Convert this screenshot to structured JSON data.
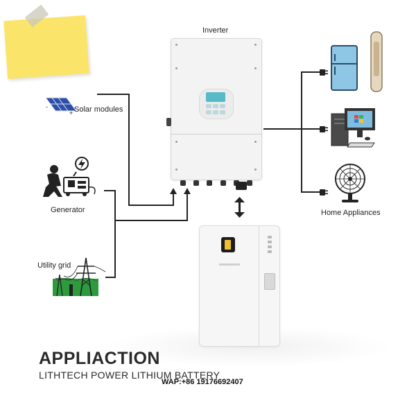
{
  "diagram": {
    "inverter_label": "Inverter",
    "sources": {
      "solar_label": "Solar modules",
      "generator_label": "Generator",
      "grid_label": "Utility grid"
    },
    "loads_label": "Home Appliances",
    "title": "APPLIACTION",
    "subtitle": "LITHTECH POWER LITHIUM BATTERY",
    "contact": "WAP:+86 19176692407"
  },
  "icons": [
    "sticky-note",
    "solar-panel-icon",
    "generator-icon",
    "lightning-icon",
    "power-tower-icon",
    "refrigerator-icon",
    "air-conditioner-icon",
    "computer-icon",
    "fan-icon",
    "plug-icon"
  ],
  "colors": {
    "line": "#222222",
    "panel_blue": "#2c4fa8",
    "appliance_blue": "#8ec6e6",
    "grass_green": "#2e9a3e",
    "sticky_yellow": "#fbe46a"
  }
}
